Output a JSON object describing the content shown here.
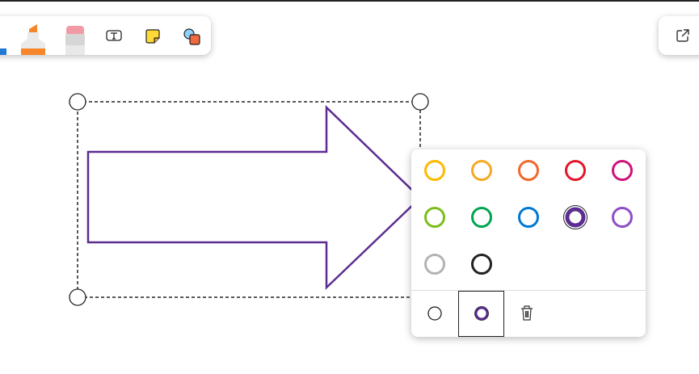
{
  "toolbar": {
    "tools": [
      {
        "name": "blue-marker-icon",
        "color": "#1f7ad6"
      },
      {
        "name": "highlighter-icon",
        "color": "#f7862a"
      },
      {
        "name": "eraser-icon",
        "color": "#f19aa5"
      },
      {
        "name": "text-tool-icon"
      },
      {
        "name": "sticky-note-icon",
        "color": "#ffd935"
      },
      {
        "name": "shapes-icon",
        "color": "#f06a40"
      }
    ]
  },
  "share": {
    "icon": "share-external-icon"
  },
  "shape": {
    "type": "arrow",
    "stroke": "#5c2d91",
    "selected": true
  },
  "color_panel": {
    "selected_color": "#5c2d91",
    "colors": [
      "#ffb900",
      "#f7a823",
      "#f2672a",
      "#e3172b",
      "#d0137c",
      "#7cbe19",
      "#00a550",
      "#0078d4",
      "#5c2d91",
      "#8e4ec6",
      "#b3b3b3",
      "#222222"
    ],
    "fill_modes": [
      {
        "name": "no-fill-option",
        "selected": false
      },
      {
        "name": "fill-option",
        "selected": true
      }
    ],
    "delete_icon": "trash-icon"
  }
}
